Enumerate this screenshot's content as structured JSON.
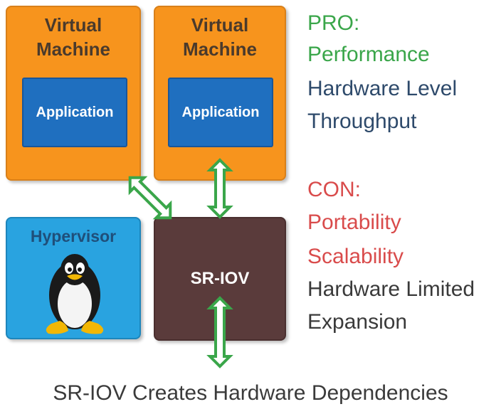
{
  "diagram": {
    "vm1": {
      "title_line1": "Virtual",
      "title_line2": "Machine",
      "app_label": "Application"
    },
    "vm2": {
      "title_line1": "Virtual",
      "title_line2": "Machine",
      "app_label": "Application"
    },
    "hypervisor": {
      "label": "Hypervisor"
    },
    "sriov": {
      "label": "SR-IOV"
    }
  },
  "pros": {
    "heading": "PRO:",
    "items": [
      "Performance",
      "Hardware Level",
      "Throughput"
    ]
  },
  "cons": {
    "heading": "CON:",
    "items": [
      "Portability",
      "Scalability",
      "Hardware Limited",
      "Expansion"
    ]
  },
  "caption": "SR-IOV Creates Hardware Dependencies",
  "colors": {
    "pro": "#3aa64a",
    "pro_items_dark": "#2e4a6b",
    "con": "#d94b4b",
    "con_items_dark": "#3a3a3a",
    "arrow": "#3aa64a",
    "vm_orange": "#f7941d",
    "app_blue": "#1f6fbf",
    "hypervisor_blue": "#29a3e0",
    "sriov_brown": "#5a3b3b"
  }
}
